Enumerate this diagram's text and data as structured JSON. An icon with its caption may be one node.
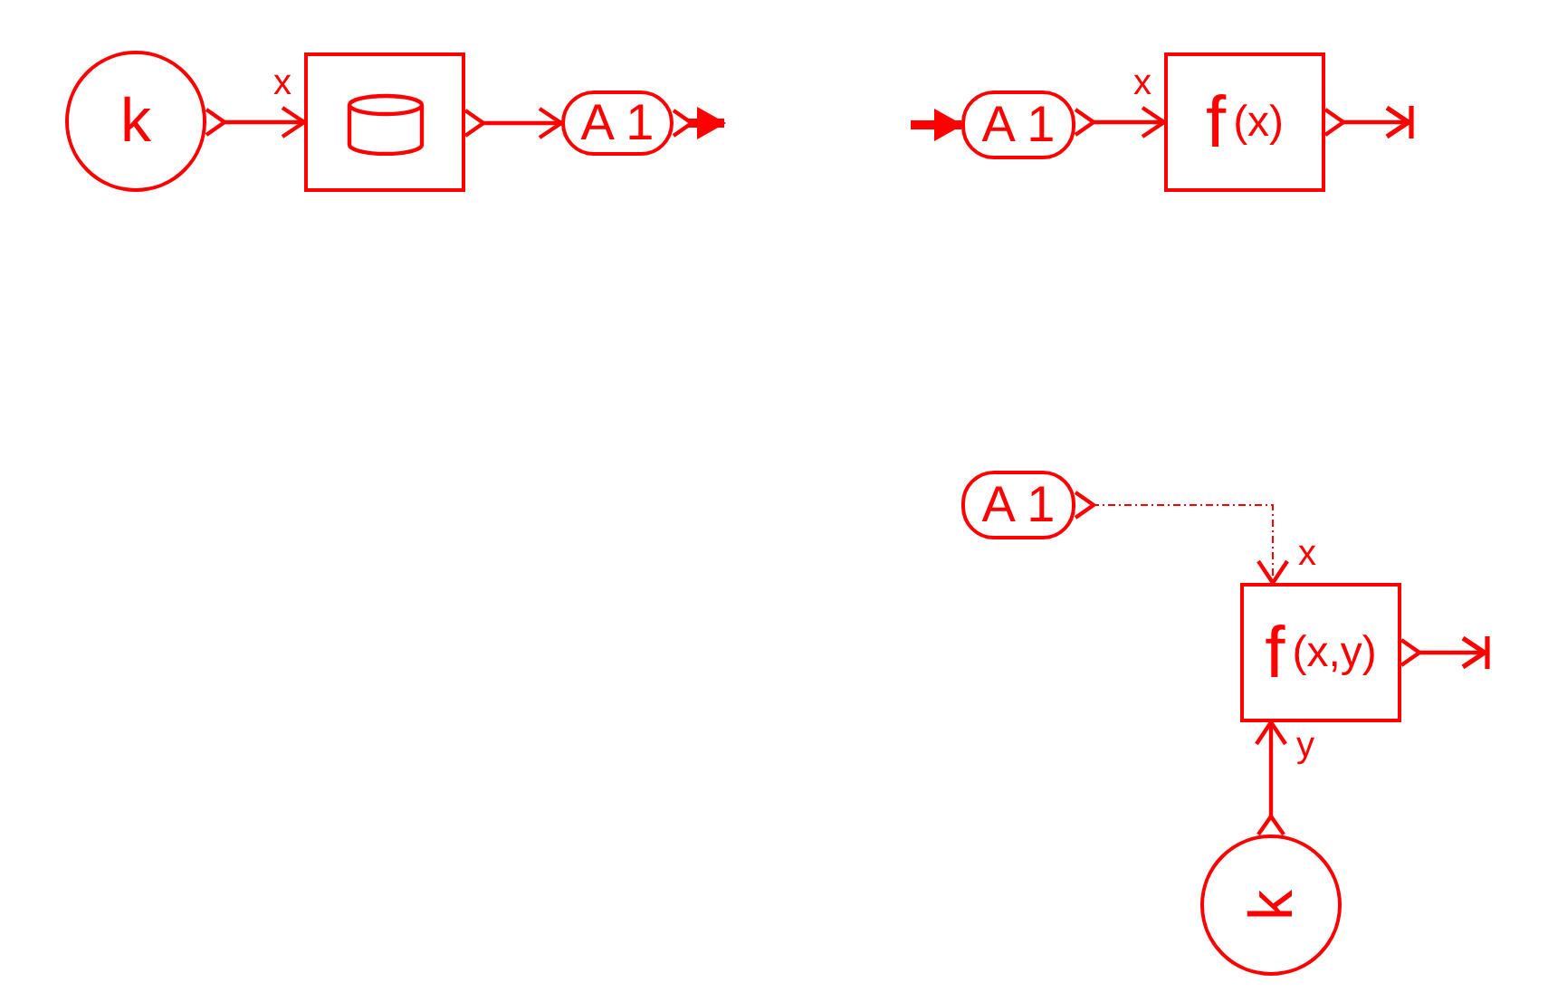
{
  "diagram": {
    "nodes": [
      {
        "text": [
          "k"
        ]
      },
      {
        "text": [],
        "shape": "box"
      },
      {
        "text": [
          "A 1"
        ]
      },
      {
        "text": [
          "A 1"
        ]
      },
      {
        "text": [
          "f",
          "(x)"
        ]
      },
      {
        "text": [
          "A 1"
        ]
      },
      {
        "text": [
          "f",
          "(x,y)"
        ]
      },
      {
        "text": [
          "k"
        ]
      }
    ],
    "edges": [
      {
        "from": 0,
        "to": 1,
        "arrow": "to",
        "label": "x"
      },
      {
        "from": 1,
        "to": 2,
        "arrow": "to"
      },
      {
        "from": 2,
        "to": null,
        "arrow": "to",
        "style": "thick"
      },
      {
        "from": null,
        "to": 3,
        "arrow": "to",
        "style": "thick"
      },
      {
        "from": 3,
        "to": 4,
        "arrow": "to",
        "label": "x"
      },
      {
        "from": 4,
        "to": null,
        "arrow": "to"
      },
      {
        "from": 5,
        "to": 6,
        "arrow": "to",
        "label": "x",
        "style": "dashed"
      },
      {
        "from": 6,
        "to": null,
        "arrow": "to"
      },
      {
        "from": 7,
        "to": 6,
        "arrow": "to",
        "label": "y"
      }
    ]
  }
}
